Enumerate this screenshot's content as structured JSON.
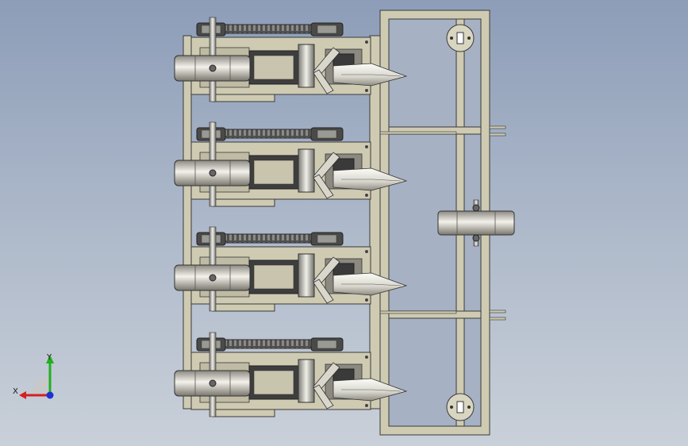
{
  "view": {
    "background_top": "#8d9db8",
    "background_bottom": "#c9d0d9"
  },
  "triad": {
    "x_label": "X",
    "y_label": "Y",
    "x_color": "#d42020",
    "y_color": "#20b020",
    "z_color": "#2030d0"
  },
  "model": {
    "units": 4,
    "frame_color": "#cfcbb3",
    "line_color": "#3a3a3a",
    "gear_color": "#4a4a48"
  }
}
